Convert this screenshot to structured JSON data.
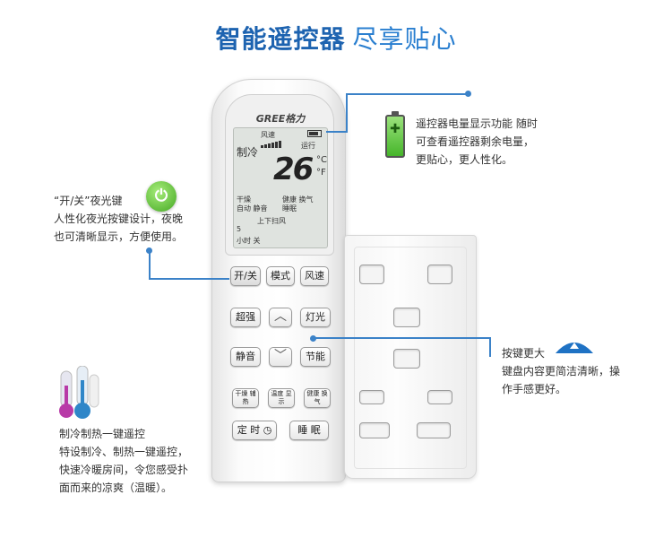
{
  "title": {
    "main": "智能遥控器",
    "sub": "尽享贴心"
  },
  "remote": {
    "brand": "GREE格力",
    "lcd": {
      "fan_label": "风速",
      "mode": "制冷",
      "run": "运行",
      "temperature": "26",
      "unit_c": "°C",
      "unit_f": "°F",
      "row3": "干燥",
      "row4": "自动 静音",
      "row5": "健康 换气",
      "row6": "睡眠",
      "row7": "上下扫风",
      "row8": "5",
      "row9": "小时 关"
    },
    "buttons": {
      "power": "开/关",
      "mode": "模式",
      "fan": "风速",
      "turbo": "超强",
      "up": "︿",
      "light": "灯光",
      "quiet": "静音",
      "down": "﹀",
      "eco": "节能",
      "dry_heat": "干燥 辅热",
      "temp_display": "温度 显示",
      "health_air": "健康 换气",
      "timer": "定 时",
      "sleep": "睡 眠"
    }
  },
  "annotations": {
    "battery": {
      "lines": [
        "遥控器电量显示功能 随时",
        "可查看遥控器剩余电量，",
        "更贴心，更人性化。"
      ],
      "icon": "battery-icon"
    },
    "power": {
      "lines": [
        "“开/关”夜光键",
        "人性化夜光按键设计，夜晚",
        "也可清晰显示，方便使用。"
      ],
      "icon": "power-icon"
    },
    "keys": {
      "lines": [
        "按键更大",
        "键盘内容更简洁清晰，操",
        "作手感更好。"
      ],
      "icon": "up-arrow-icon"
    },
    "cool_heat": {
      "lines": [
        "制冷制热一键遥控",
        "特设制冷、制热一键遥控，",
        "快速冷暖房间，令您感受扑",
        "面而来的凉爽（温暖）。"
      ],
      "icon": "thermometer-icon"
    }
  },
  "colors": {
    "title_main": "#1d63b0",
    "title_sub": "#2a7fd0",
    "accent_line": "#3b82c8",
    "battery_green": "#45b52a",
    "power_green": "#44a823"
  }
}
